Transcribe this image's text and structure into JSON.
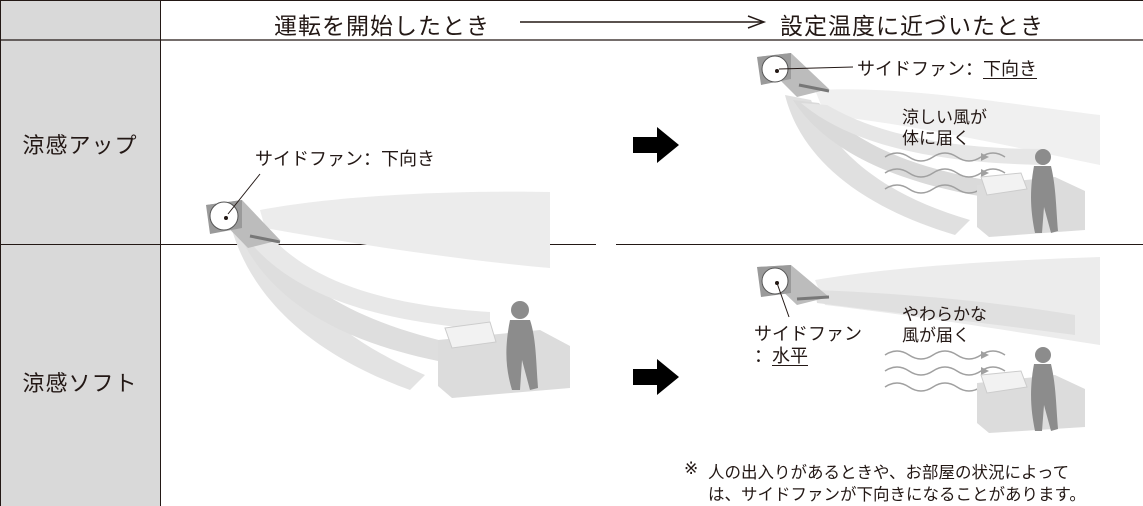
{
  "header": {
    "start_label": "運転を開始したとき",
    "near_label": "設定温度に近づいたとき"
  },
  "rows": [
    {
      "name": "涼感アップ"
    },
    {
      "name": "涼感ソフト"
    }
  ],
  "left_panel": {
    "fan_label": "サイドファン：下向き"
  },
  "up_panel": {
    "fan_label_prefix": "サイドファン：",
    "fan_label_value": "下向き",
    "wind_text_line1": "涼しい風が",
    "wind_text_line2": "体に届く"
  },
  "soft_panel": {
    "fan_label_line1": "サイドファン",
    "fan_label_prefix": "：",
    "fan_label_value": "水平",
    "wind_text_line1": "やわらかな",
    "wind_text_line2": "風が届く"
  },
  "note": {
    "mark": "※",
    "line1": "人の出入りがあるときや、お部屋の状況によって",
    "line2": "は、サイドファンが下向きになることがあります。"
  },
  "colors": {
    "side_column": "#d9d9d9",
    "airflow": "#e6e6e6",
    "airflow_dark": "#d2d2d2",
    "person": "#8c8c8c",
    "sofa": "#dcdcdc",
    "arrow": "#000000",
    "wave": "#a0a0a0"
  }
}
